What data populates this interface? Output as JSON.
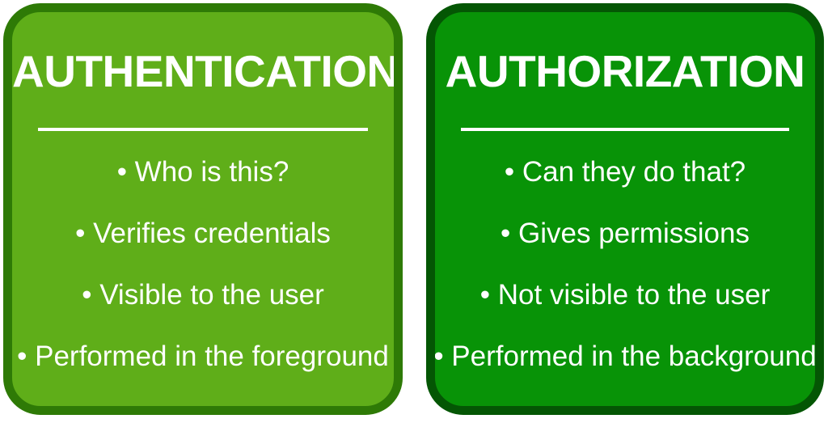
{
  "figure": {
    "type": "comparison-cards",
    "background_color": "#ffffff",
    "card_count": 2
  },
  "cards": [
    {
      "id": "authentication",
      "title": "AUTHENTICATION",
      "fill_color": "#5fae19",
      "border_color": "#2e7a06",
      "text_color": "#ffffff",
      "bullet_glyph": "•",
      "bullets": [
        "Who is this?",
        "Verifies credentials",
        "Visible to the user",
        "Performed in the foreground"
      ]
    },
    {
      "id": "authorization",
      "title": "AUTHORIZATION",
      "fill_color": "#089307",
      "border_color": "#045604",
      "text_color": "#ffffff",
      "bullet_glyph": "•",
      "bullets": [
        "Can they do that?",
        "Gives permissions",
        "Not visible to the user",
        "Performed in the background"
      ]
    }
  ]
}
